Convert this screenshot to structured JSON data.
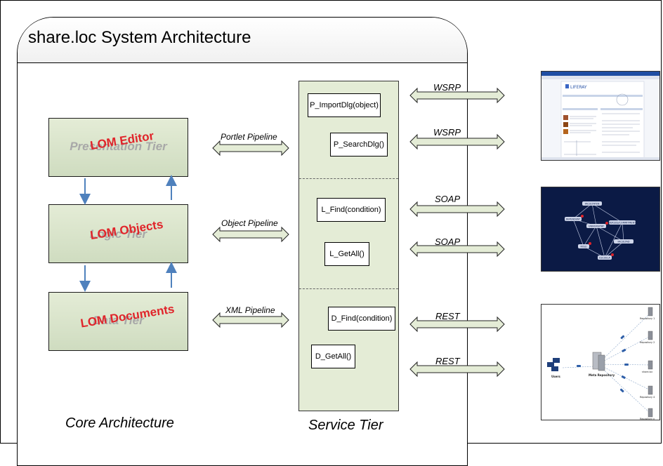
{
  "title": "share.loc System Architecture",
  "core": {
    "label": "Core Architecture",
    "tiers": [
      {
        "label": "Presentation Tier",
        "overlay": "LOM Editor"
      },
      {
        "label": "Logic Tier",
        "overlay": "LOM Objects"
      },
      {
        "label": "Data Tier",
        "overlay": "LOM Documents"
      }
    ]
  },
  "pipelines": [
    "Portlet Pipeline",
    "Object Pipeline",
    "XML Pipeline"
  ],
  "service": {
    "label": "Service Tier",
    "ops": [
      "P_ImportDlg(object)",
      "P_SearchDlg()",
      "L_Find(condition)",
      "L_GetAll()",
      "D_Find(condition)",
      "D_GetAll()"
    ]
  },
  "protocols": [
    "WSRP",
    "WSRP",
    "SOAP",
    "SOAP",
    "REST",
    "REST"
  ],
  "thumbnails": {
    "portal": {
      "brand": "LIFERAY"
    },
    "graph": {
      "nodes": [
        "FACULTATEN",
        "DEPENDENT",
        "VERSUS/COMMITMENT",
        "UNIVERSITAT",
        "FACULTAD",
        "ROLE",
        "ESCUELA"
      ]
    },
    "network": {
      "users_label": "Users",
      "meta_label": "Meta Repository",
      "repos": [
        "Repository 1",
        "Repository 2",
        "share.loc",
        "Repository 4",
        "Repository n"
      ]
    }
  },
  "colors": {
    "tier_fill": "#e4ecd6",
    "overlay_text": "#e0242a",
    "arrow_blue": "#4f81bd",
    "graph_bg": "#0b1a45"
  }
}
